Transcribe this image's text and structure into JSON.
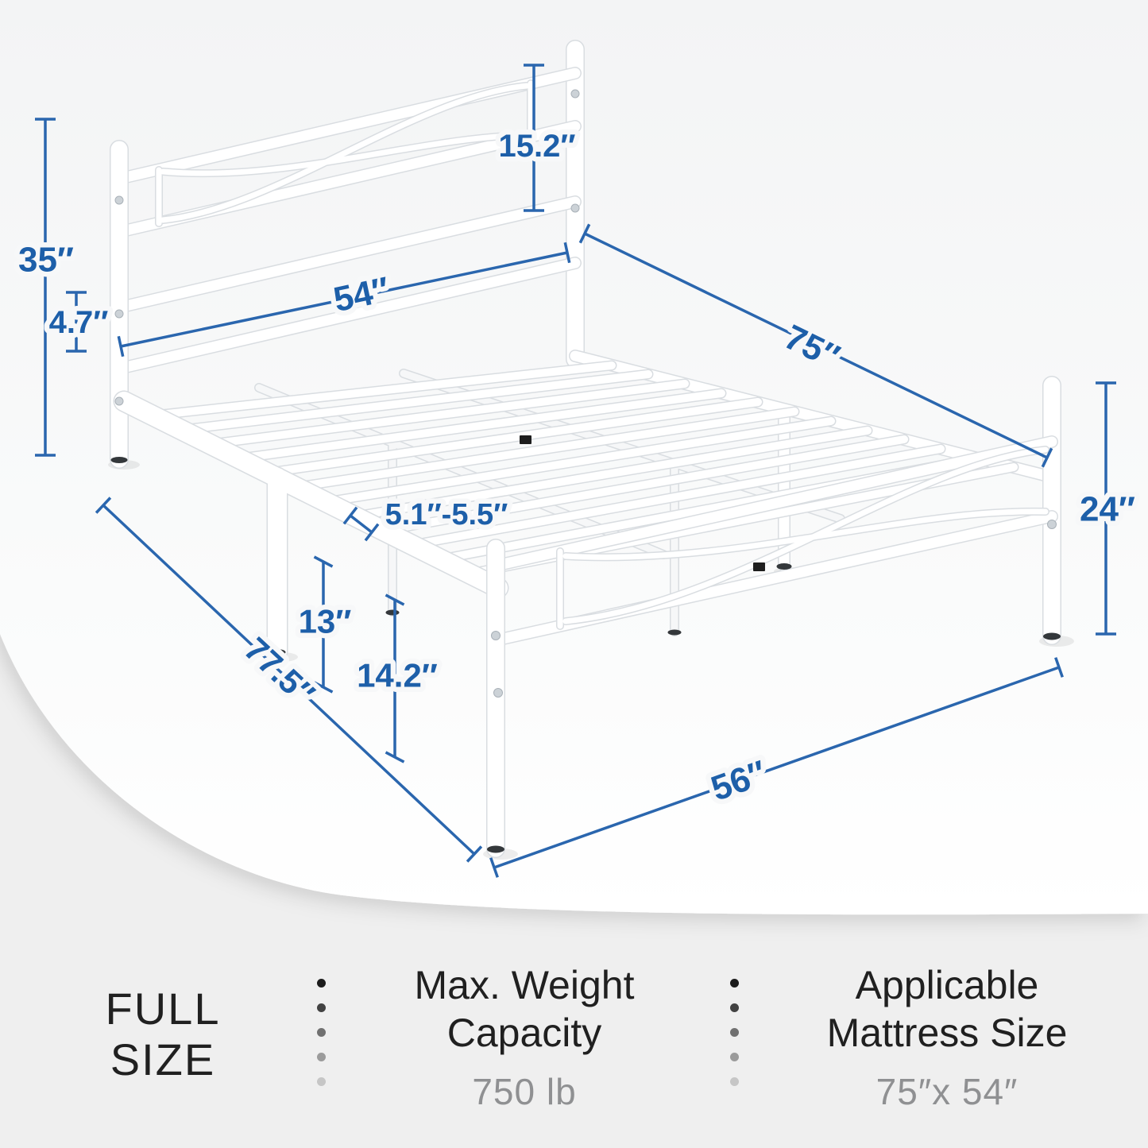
{
  "page": {
    "background": "#efefef",
    "stage_color": "#fbfcfd",
    "accent_line_color": "#2a66ae",
    "accent_text_color": "#1d5fa9"
  },
  "diagram": {
    "dimension_labels": {
      "overall_height": "35″",
      "headboard_panel_height": "15.2″",
      "mattress_width": "54″",
      "mattress_length": "75″",
      "side_rail_height": "4.7″",
      "footboard_height": "24″",
      "slat_spacing": "5.1″-5.5″",
      "under_bed_clearance": "13″",
      "platform_height": "14.2″",
      "overall_length": "77.5″",
      "overall_width": "56″"
    }
  },
  "footer": {
    "size_name": {
      "line1": "FULL",
      "line2": "SIZE"
    },
    "specs": [
      {
        "title_line1": "Max. Weight",
        "title_line2": "Capacity",
        "value": "750 lb"
      },
      {
        "title_line1": "Applicable",
        "title_line2": "Mattress Size",
        "value": "75″x 54″"
      }
    ]
  }
}
